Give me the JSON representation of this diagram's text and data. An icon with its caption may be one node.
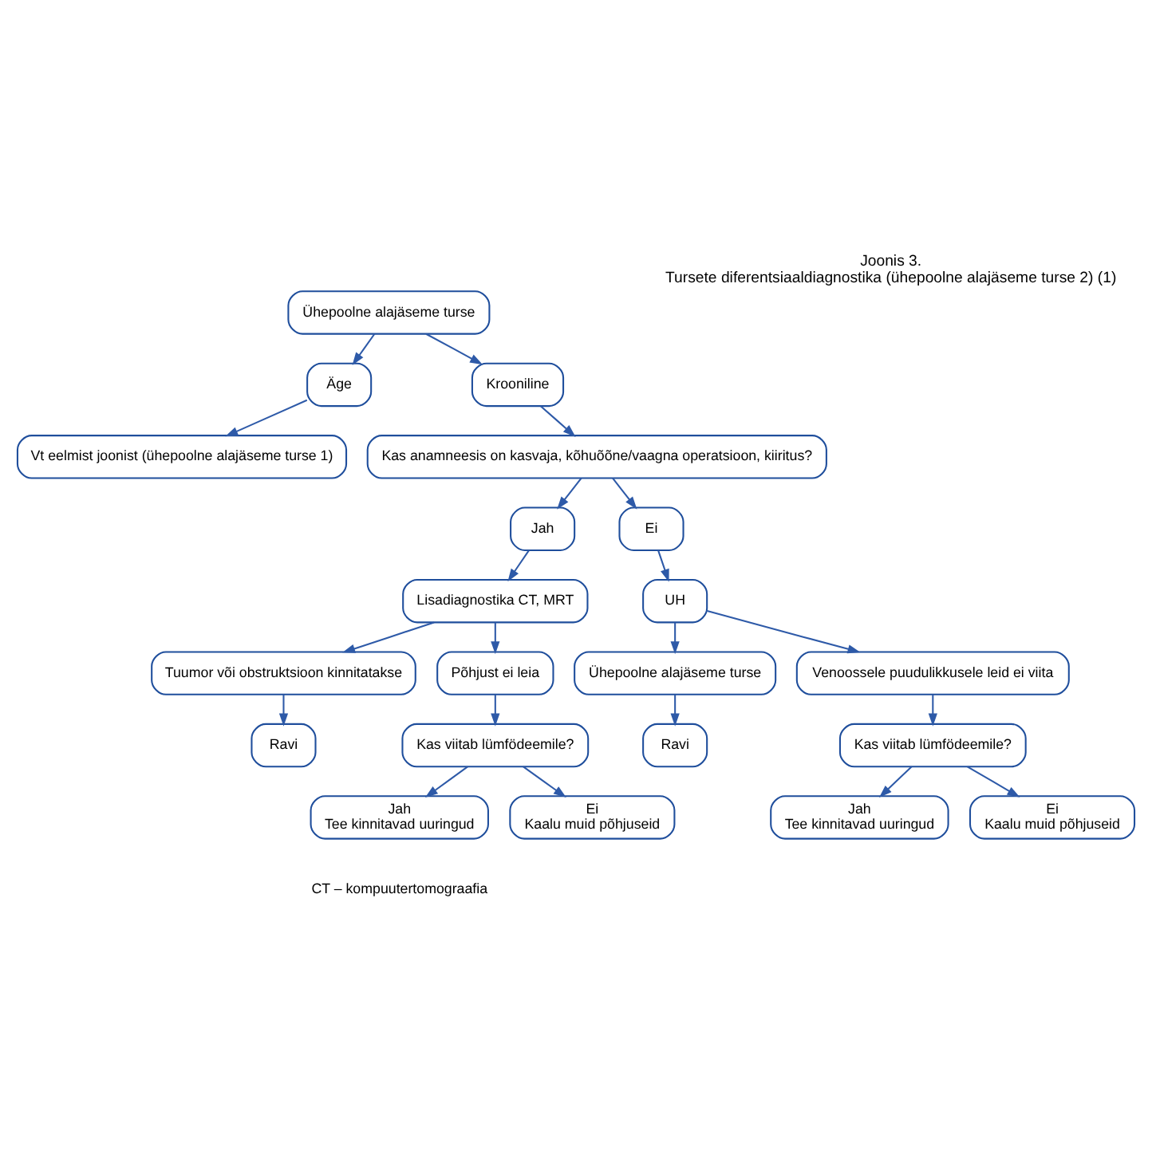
{
  "diagram": {
    "title": "Joonis 3.",
    "caption": "Tursete diferentsiaaldiagnostika (ühepoolne alajäseme turse 2) (1)",
    "nodes": [
      {
        "text": [
          "Ühepoolne alajäseme turse"
        ]
      },
      {
        "text": [
          "Äge"
        ]
      },
      {
        "text": [
          "Krooniline"
        ]
      },
      {
        "text": [
          "Vt eelmist joonist (ühepoolne alajäseme turse 1)"
        ]
      },
      {
        "text": [
          "Kas anamneesis on kasvaja, kõhuõõne/vaagna operatsioon, kiiritus?"
        ]
      },
      {
        "text": [
          "Jah"
        ]
      },
      {
        "text": [
          "Ei"
        ]
      },
      {
        "text": [
          "Lisadiagnostika CT, MRT"
        ]
      },
      {
        "text": [
          "UH"
        ]
      },
      {
        "text": [
          "Tuumor või obstruktsioon kinnitatakse"
        ]
      },
      {
        "text": [
          "Põhjust ei leia"
        ]
      },
      {
        "text": [
          "Ühepoolne alajäseme turse"
        ]
      },
      {
        "text": [
          "Venoossele puudulikkusele leid ei viita"
        ]
      },
      {
        "text": [
          "Ravi"
        ]
      },
      {
        "text": [
          "Kas viitab lümfödeemile?"
        ]
      },
      {
        "text": [
          "Ravi"
        ]
      },
      {
        "text": [
          "Kas viitab lümfödeemile?"
        ]
      },
      {
        "text": [
          "Jah",
          "Tee kinnitavad uuringud"
        ]
      },
      {
        "text": [
          "Ei",
          "Kaalu muid põhjuseid"
        ]
      },
      {
        "text": [
          "Jah",
          "Tee kinnitavad uuringud"
        ]
      },
      {
        "text": [
          "Ei",
          "Kaalu muid põhjuseid"
        ]
      }
    ],
    "edges": [
      {
        "from": 0,
        "to": 1,
        "arrow": "to"
      },
      {
        "from": 0,
        "to": 2,
        "arrow": "to"
      },
      {
        "from": 1,
        "to": 3,
        "arrow": "to"
      },
      {
        "from": 2,
        "to": 4,
        "arrow": "to"
      },
      {
        "from": 4,
        "to": 5,
        "arrow": "to"
      },
      {
        "from": 4,
        "to": 6,
        "arrow": "to"
      },
      {
        "from": 5,
        "to": 7,
        "arrow": "to"
      },
      {
        "from": 6,
        "to": 8,
        "arrow": "to"
      },
      {
        "from": 7,
        "to": 9,
        "arrow": "to"
      },
      {
        "from": 7,
        "to": 10,
        "arrow": "to"
      },
      {
        "from": 8,
        "to": 11,
        "arrow": "to"
      },
      {
        "from": 8,
        "to": 12,
        "arrow": "to"
      },
      {
        "from": 9,
        "to": 13,
        "arrow": "to"
      },
      {
        "from": 10,
        "to": 14,
        "arrow": "to"
      },
      {
        "from": 11,
        "to": 15,
        "arrow": "to"
      },
      {
        "from": 12,
        "to": 16,
        "arrow": "to"
      },
      {
        "from": 14,
        "to": 17,
        "arrow": "to"
      },
      {
        "from": 14,
        "to": 18,
        "arrow": "to"
      },
      {
        "from": 16,
        "to": 19,
        "arrow": "to"
      },
      {
        "from": 16,
        "to": 20,
        "arrow": "to"
      }
    ],
    "labels": [
      "CT – kompuutertomograafia"
    ]
  }
}
